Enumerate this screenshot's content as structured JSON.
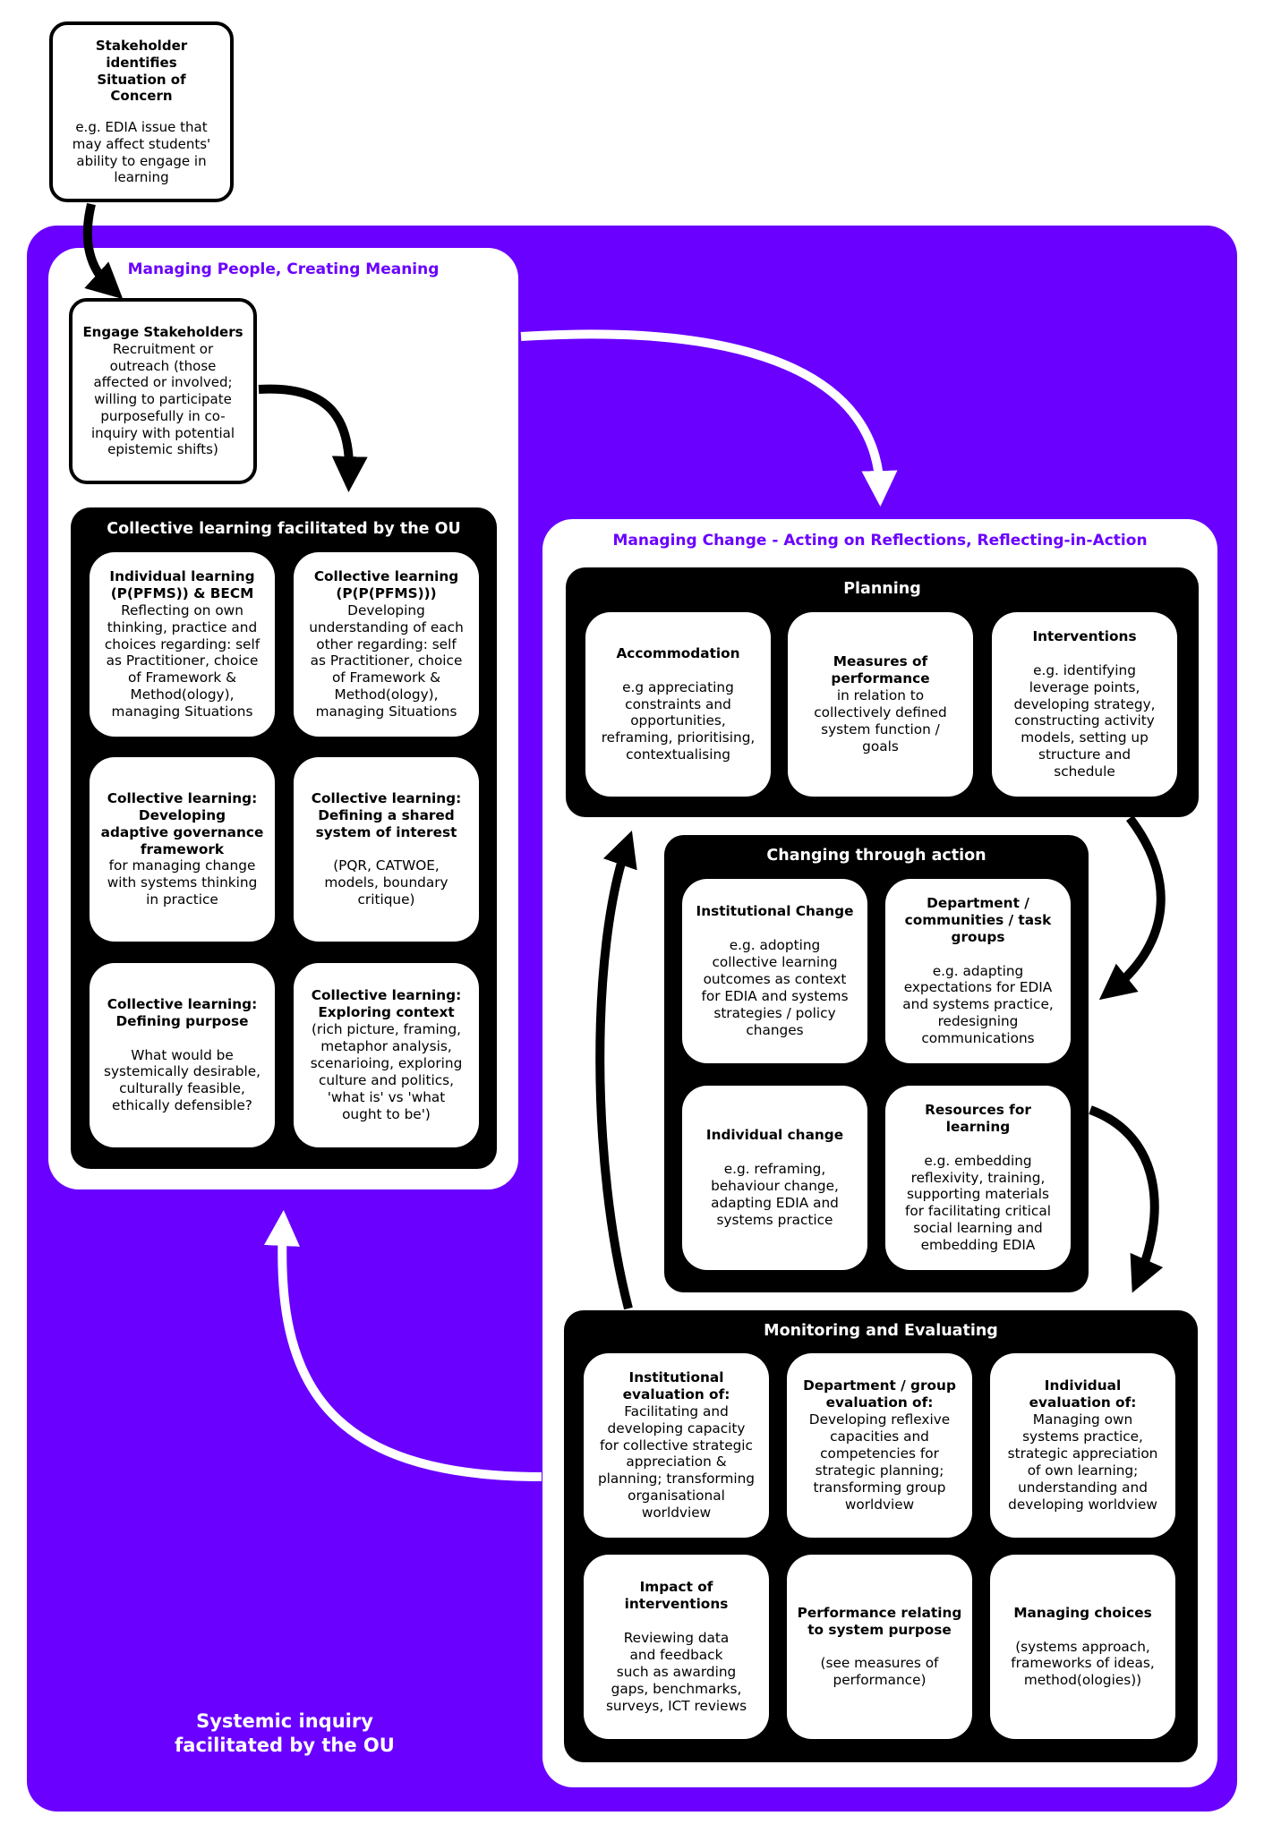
{
  "stakeholder": {
    "title": "Stakeholder\nidentifies\nSituation of\nConcern",
    "body": "e.g. EDIA issue that\nmay affect students'\nability to engage in\nlearning"
  },
  "managing_people": {
    "title": "Managing People, Creating Meaning",
    "engage": {
      "title": "Engage Stakeholders",
      "body": "Recruitment or\noutreach (those\naffected or involved;\nwilling to participate\npurposefully in co-\ninquiry with potential\nepistemic shifts)"
    },
    "collective": {
      "title": "Collective learning facilitated by the OU",
      "cards": [
        {
          "title": "Individual learning\n(P(PFMS)) & BECM",
          "body": "Reflecting on own\nthinking, practice and\nchoices regarding: self\nas Practitioner, choice\nof Framework &\nMethod(ology),\nmanaging Situations"
        },
        {
          "title": "Collective learning\n(P(P(PFMS)))",
          "body": "Developing\nunderstanding of each\nother regarding: self\nas Practitioner, choice\nof Framework &\nMethod(ology),\nmanaging Situations"
        },
        {
          "title": "Collective learning:\nDeveloping\nadaptive governance\nframework",
          "body": "for managing change\nwith systems thinking\nin practice"
        },
        {
          "title": "Collective learning:\nDefining a shared\nsystem of interest",
          "body": "\n(PQR, CATWOE,\nmodels, boundary\ncritique)"
        },
        {
          "title": "Collective learning:\nDefining purpose",
          "body": "\nWhat would be\nsystemically desirable,\nculturally feasible,\nethically defensible?"
        },
        {
          "title": "Collective learning:\nExploring context",
          "body": "(rich picture, framing,\nmetaphor analysis,\nscenarioing, exploring\nculture and politics,\n'what is' vs 'what\nought to be')"
        }
      ]
    }
  },
  "managing_change": {
    "title": "Managing Change - Acting on Reflections, Reflecting-in-Action",
    "planning": {
      "title": "Planning",
      "cards": [
        {
          "title": "Accommodation",
          "body": "\ne.g appreciating\nconstraints and\nopportunities,\nreframing, prioritising,\ncontextualising"
        },
        {
          "title": "Measures of\nperformance",
          "body": "in relation to\ncollectively defined\nsystem function /\ngoals"
        },
        {
          "title": "Interventions",
          "body": "\ne.g. identifying\nleverage points,\ndeveloping strategy,\nconstructing activity\nmodels, setting up\nstructure and\nschedule"
        }
      ]
    },
    "changing": {
      "title": "Changing through action",
      "cards": [
        {
          "title": "Institutional Change",
          "body": "\ne.g. adopting\ncollective learning\noutcomes as context\nfor EDIA and systems\nstrategies / policy\nchanges"
        },
        {
          "title": "Department /\ncommunities / task\ngroups",
          "body": "\ne.g. adapting\nexpectations for EDIA\nand systems practice,\nredesigning\ncommunications"
        },
        {
          "title": "Individual change",
          "body": "\ne.g. reframing,\nbehaviour change,\nadapting EDIA and\nsystems practice"
        },
        {
          "title": "Resources for\nlearning",
          "body": "\ne.g. embedding\nreflexivity, training,\nsupporting materials\nfor facilitating critical\nsocial learning and\nembedding EDIA"
        }
      ]
    },
    "monitoring": {
      "title": "Monitoring and Evaluating",
      "cards": [
        {
          "title": "Institutional\nevaluation of:",
          "body": "Facilitating and\ndeveloping capacity\nfor collective strategic\nappreciation &\nplanning; transforming\norganisational\nworldview"
        },
        {
          "title": "Department / group\nevaluation of:",
          "body": "Developing reflexive\ncapacities and\ncompetencies for\nstrategic planning;\ntransforming group\nworldview"
        },
        {
          "title": "Individual\nevaluation of:",
          "body": "Managing own\nsystems practice,\nstrategic appreciation\nof own learning;\nunderstanding and\ndeveloping worldview"
        },
        {
          "title": "Impact of\ninterventions",
          "body": "\nReviewing data\nand feedback\nsuch as awarding\ngaps, benchmarks,\nsurveys, ICT reviews"
        },
        {
          "title": "Performance relating\nto system purpose",
          "body": "\n(see measures of\nperformance)"
        },
        {
          "title": "Managing choices",
          "body": "\n(systems approach,\nframeworks of ideas,\nmethod(ologies))"
        }
      ]
    }
  },
  "footer": "Systemic inquiry\nfacilitated by the OU",
  "colors": {
    "accent": "#6a00ff",
    "box": "#000000",
    "card": "#ffffff"
  }
}
